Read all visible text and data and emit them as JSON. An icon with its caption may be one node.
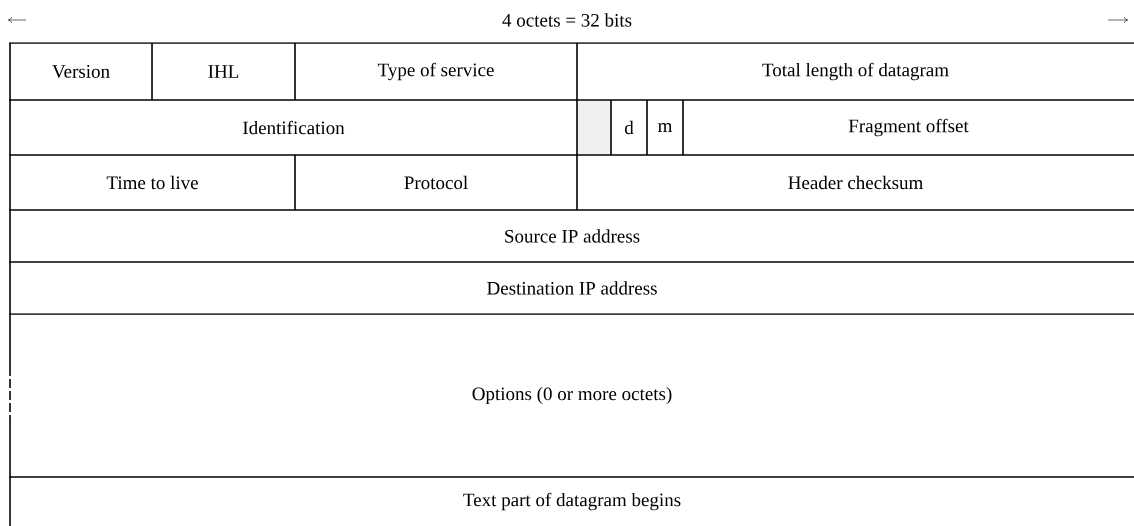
{
  "diagram": {
    "nodes": [
      {
        "text": [
          "Version"
        ]
      },
      {
        "text": [
          "IHL"
        ]
      },
      {
        "text": [
          "Type of service"
        ]
      },
      {
        "text": [
          "Total length of datagram"
        ]
      },
      {
        "text": [
          "Identification"
        ]
      },
      {
        "text": [],
        "shape": "box"
      },
      {
        "text": [
          "d"
        ]
      },
      {
        "text": [
          "m"
        ]
      },
      {
        "text": [
          "Fragment offset"
        ]
      },
      {
        "text": [
          "Time to live"
        ]
      },
      {
        "text": [
          "Protocol"
        ]
      },
      {
        "text": [
          "Header checksum"
        ]
      },
      {
        "text": [
          "Source IP address"
        ]
      },
      {
        "text": [
          "Destination IP address"
        ]
      },
      {
        "text": [
          "Options (0 or more octets)"
        ]
      },
      {
        "text": [
          "Text part of datagram begins"
        ]
      }
    ],
    "labels": [
      "4 octets = 32 bits"
    ]
  }
}
